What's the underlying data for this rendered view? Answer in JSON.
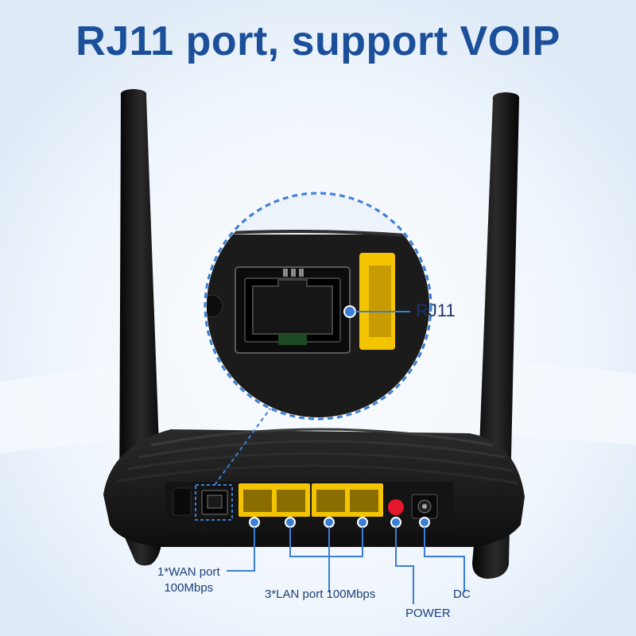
{
  "title": "RJ11 port, support VOIP",
  "labels": {
    "rj11": "RJ11",
    "wan_line1": "1*WAN port",
    "wan_line2": "100Mbps",
    "lan": "3*LAN port 100Mbps",
    "power": "POWER",
    "dc": "DC"
  },
  "colors": {
    "title": "#1b4f9a",
    "accent": "#3a7fd5",
    "port_yellow": "#f4c400",
    "power_button": "#e8182c",
    "router_body": "#1a1a1a"
  }
}
